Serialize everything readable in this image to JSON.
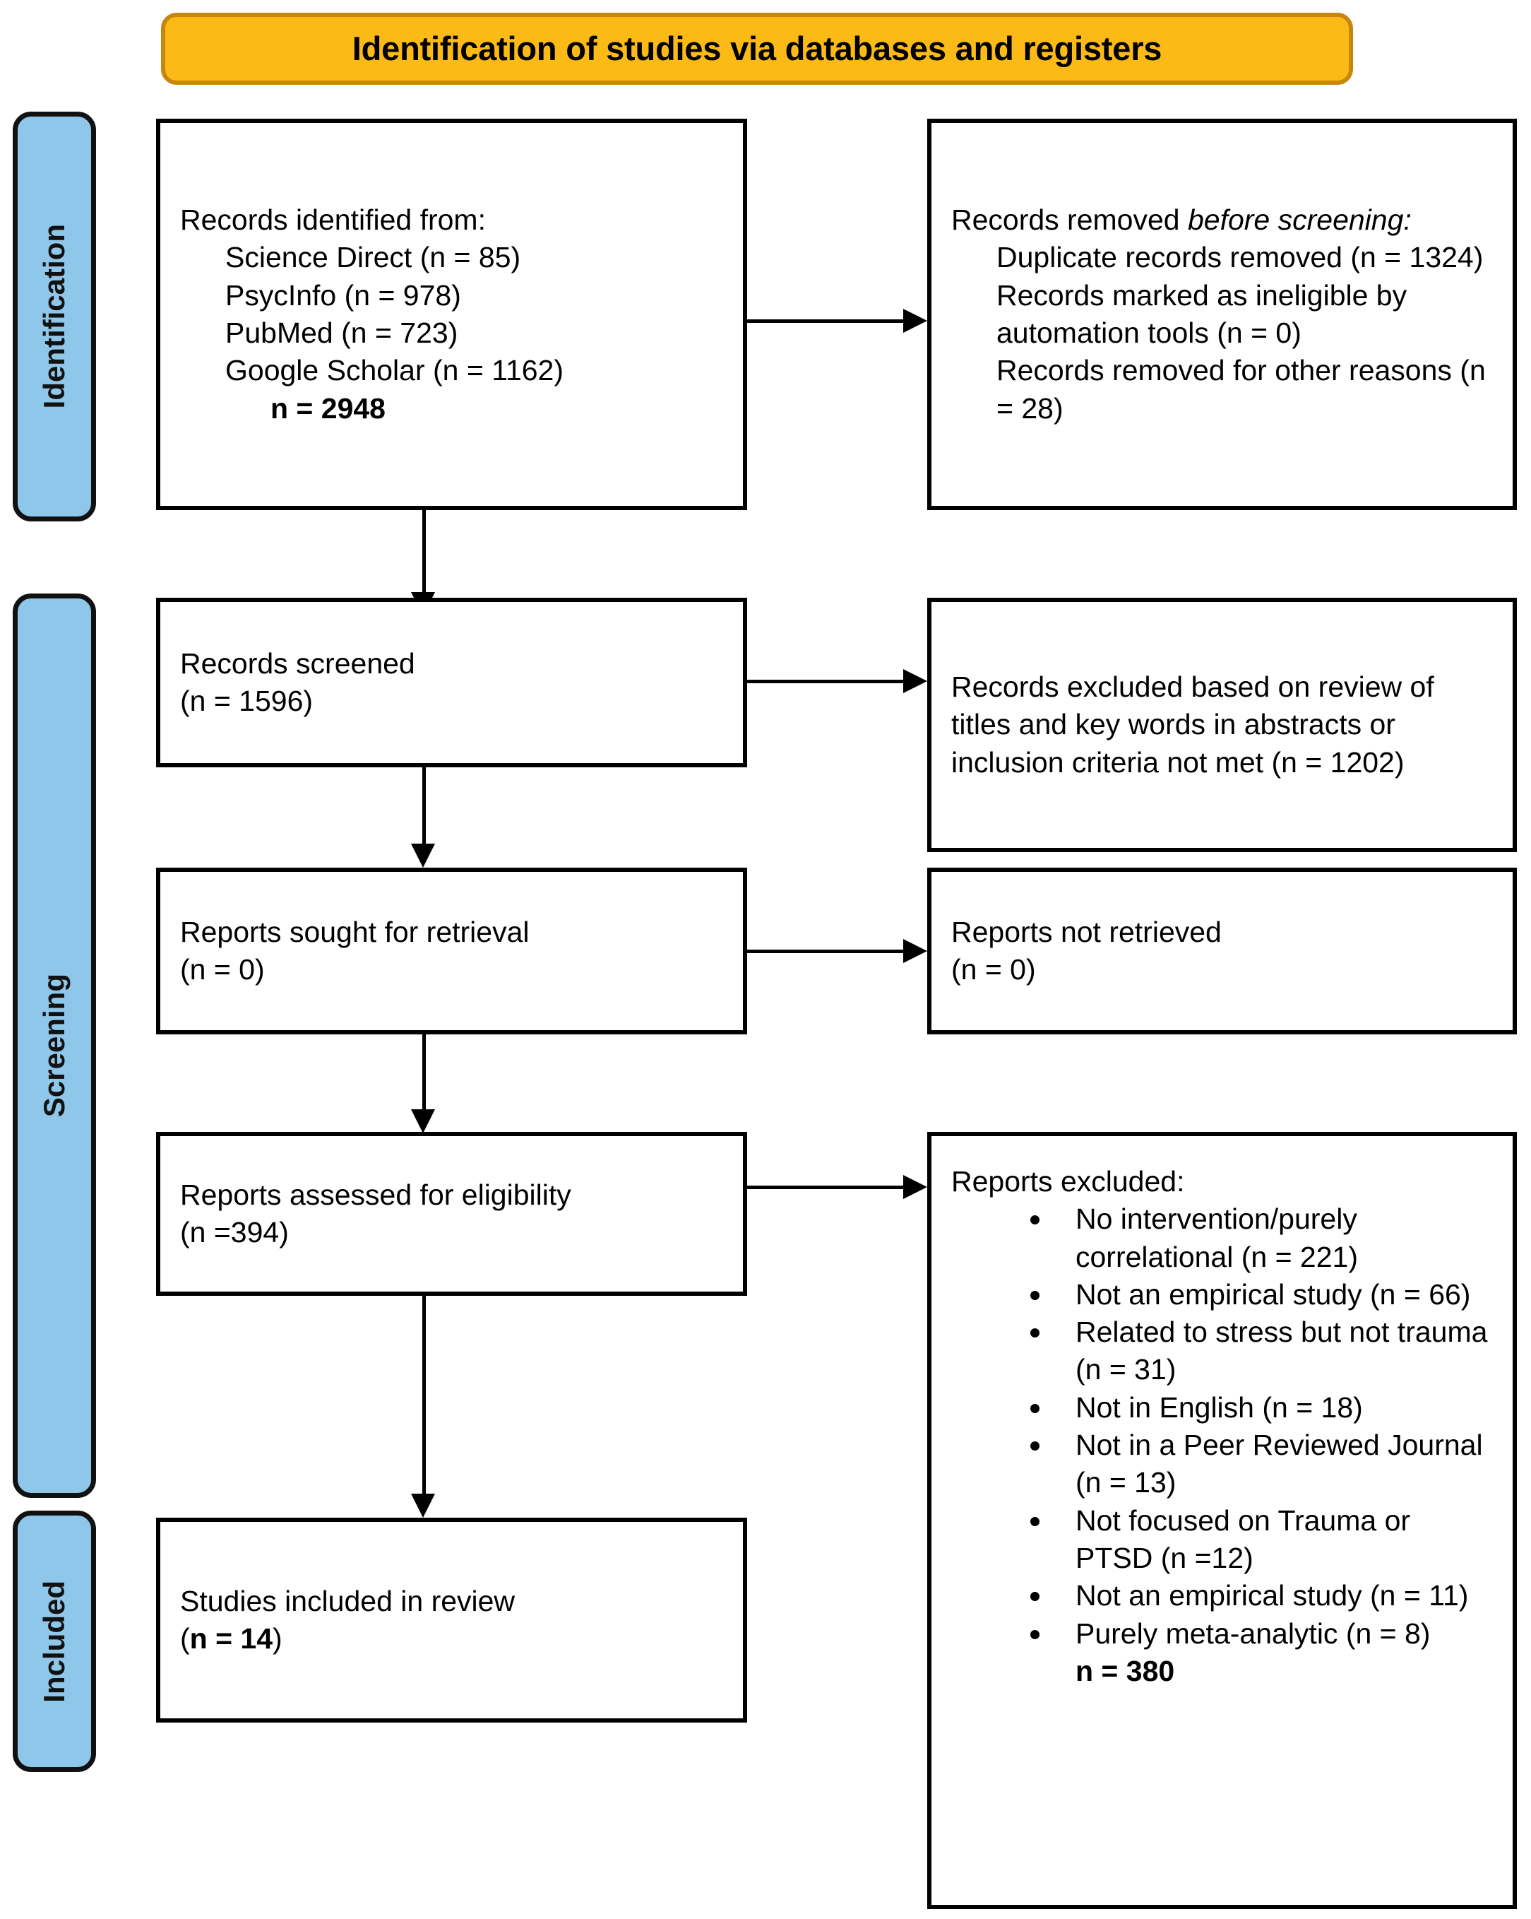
{
  "banner": {
    "title": "Identification of studies via databases and registers"
  },
  "phases": [
    {
      "id": "identification",
      "label": "Identification"
    },
    {
      "id": "screening",
      "label": "Screening"
    },
    {
      "id": "included",
      "label": "Included"
    }
  ],
  "boxes": {
    "records_identified": {
      "heading": "Records identified from:",
      "sources": [
        "Science Direct (n = 85)",
        "PsycInfo (n = 978)",
        "PubMed (n = 723)",
        "Google Scholar (n = 1162)"
      ],
      "total": "n = 2948"
    },
    "records_removed": {
      "heading_normal": "Records removed ",
      "heading_italic": "before screening",
      "heading_colon": ":",
      "items": [
        "Duplicate records removed (n = 1324)",
        "Records marked as ineligible by automation tools (n = 0)",
        "Records removed for other reasons (n = 28)"
      ]
    },
    "records_screened": {
      "line1": "Records screened",
      "line2": "(n = 1596)"
    },
    "records_excluded": {
      "text": "Records excluded based on review of titles and key words in abstracts or inclusion criteria not met (n = 1202)"
    },
    "reports_sought": {
      "line1": "Reports sought for retrieval",
      "line2": "(n = 0)"
    },
    "reports_not_retrieved": {
      "line1": "Reports not retrieved",
      "line2": "(n = 0)"
    },
    "reports_assessed": {
      "line1": "Reports assessed for eligibility",
      "line2": "(n =394)"
    },
    "reports_excluded": {
      "heading": "Reports excluded:",
      "reasons": [
        "No intervention/purely correlational (n = 221)",
        "Not an empirical study (n = 66)",
        "Related to stress but not trauma (n = 31)",
        "Not in English (n = 18)",
        "Not in a Peer Reviewed Journal (n = 13)",
        "Not focused on Trauma or PTSD (n =12)",
        "Not an empirical study (n = 11)",
        "Purely meta-analytic (n = 8)"
      ],
      "total": "n = 380"
    },
    "studies_included": {
      "line1": "Studies included in review",
      "prefix": "(",
      "bold": "n = 14",
      "suffix": ")"
    }
  },
  "colors": {
    "banner_fill": "#FBBA15",
    "banner_border": "#C8860D",
    "phase_fill": "#8FC7EA",
    "phase_border": "#111111",
    "box_border": "#000000",
    "text": "#000000"
  }
}
